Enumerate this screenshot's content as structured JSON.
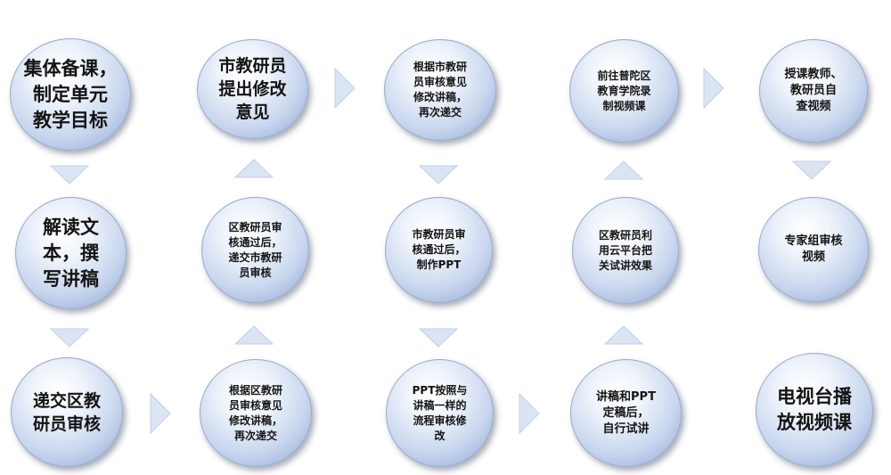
{
  "nodes": [
    {
      "id": "n1",
      "text": "集体备课，\n制定单元\n教学目标"
    },
    {
      "id": "n2",
      "text": "解读文\n本，撰\n写讲稿"
    },
    {
      "id": "n3",
      "text": "递交区教\n研员审核"
    },
    {
      "id": "n4",
      "text": "根据区教研\n员审核意见\n修改讲稿，\n再次递交"
    },
    {
      "id": "n5",
      "text": "区教研员审\n核通过后，\n递交市教研\n员审核"
    },
    {
      "id": "n6",
      "text": "市教研员\n提出修改\n意见"
    },
    {
      "id": "n7",
      "text": "根据市教研\n员审核意见\n修改讲稿，\n再次递交"
    },
    {
      "id": "n8",
      "text": "市教研员审\n核通过后，\n制作PPT"
    },
    {
      "id": "n9",
      "text": "PPT按照与\n讲稿一样的\n流程审核修\n改"
    },
    {
      "id": "n10",
      "text": "讲稿和PPT\n定稿后，\n自行试讲"
    },
    {
      "id": "n11",
      "text": "区教研员利\n用云平台把\n关试讲效果"
    },
    {
      "id": "n12",
      "text": "前往普陀区\n教育学院录\n制视频课"
    },
    {
      "id": "n13",
      "text": "授课教师、\n教研员自\n查视频"
    },
    {
      "id": "n14",
      "text": "专家组审核\n视频"
    },
    {
      "id": "n15",
      "text": "电视台播\n放视频课"
    }
  ],
  "colors": {
    "node_fill": "#c8d6ee",
    "node_border": "#9aa9c6",
    "arrow_fill": "#dbe4f3",
    "arrow_border": "#c3cfe3",
    "text": "#141414"
  },
  "icons": {
    "down": "triangle-down-icon",
    "up": "triangle-up-icon",
    "right": "triangle-right-icon"
  }
}
